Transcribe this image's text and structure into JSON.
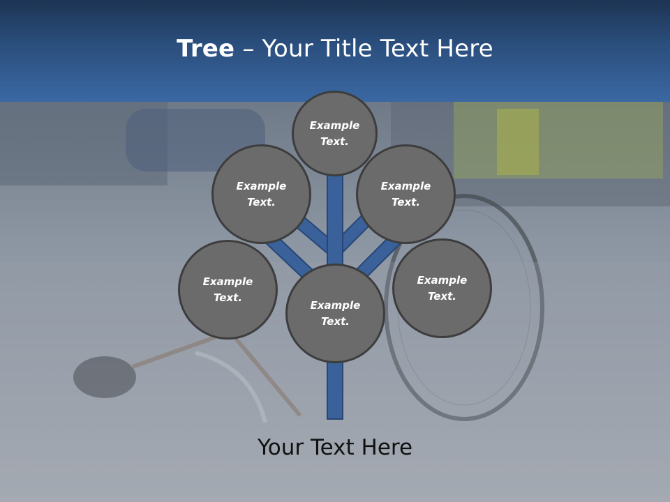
{
  "header": {
    "title_bold": "Tree",
    "title_rest": " – Your Title Text Here"
  },
  "nodes": [
    {
      "label": "Example\nText."
    },
    {
      "label": "Example\nText."
    },
    {
      "label": "Example\nText."
    },
    {
      "label": "Example\nText."
    },
    {
      "label": "Example\nText."
    },
    {
      "label": "Example\nText."
    }
  ],
  "caption": "Your Text Here",
  "colors": {
    "header_top": "#1d3453",
    "header_bottom": "#3b68a3",
    "trunk": "#3a6199",
    "node_fill": "#6b6b6b",
    "node_border": "#3d3d3d"
  }
}
